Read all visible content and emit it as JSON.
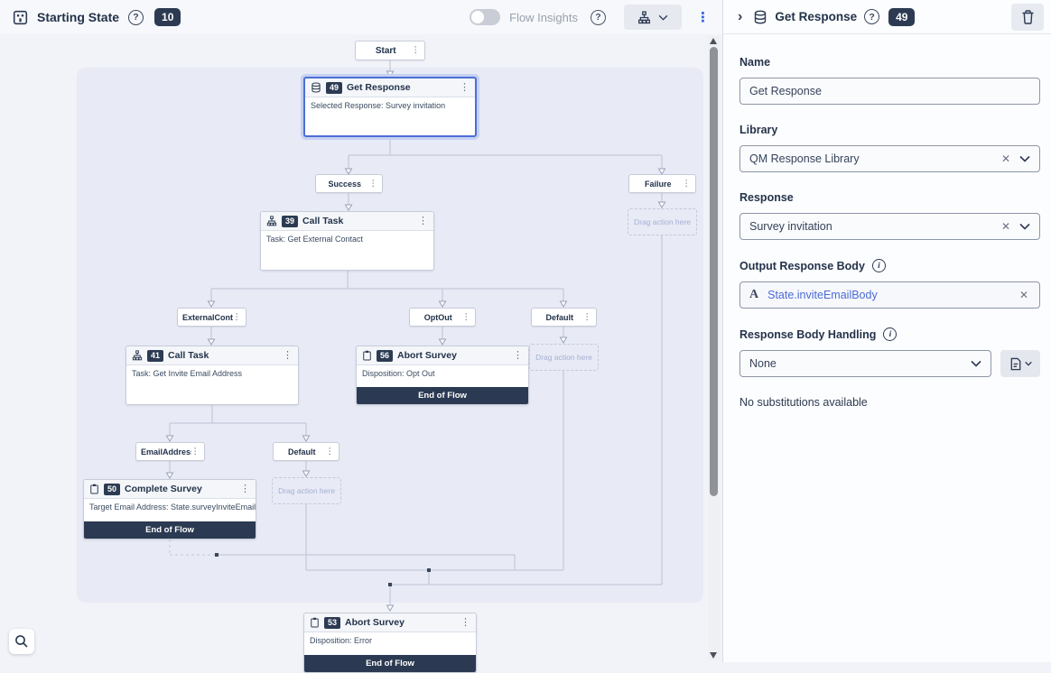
{
  "colors": {
    "navy": "#2c3b52",
    "selection_blue": "#4c6fd6",
    "link_blue": "#4a6bd8",
    "canvas_lavender": "#e8eaf5"
  },
  "icons": {
    "kebab": "⋮",
    "close": "✕",
    "chevron_right": "›",
    "help": "?",
    "info": "i",
    "text_type": "A"
  },
  "header": {
    "title": "Starting State",
    "count_badge": "10",
    "flow_insights_label": "Flow Insights"
  },
  "panel": {
    "title": "Get Response",
    "count_badge": "49",
    "name": {
      "label": "Name",
      "value": "Get Response"
    },
    "library": {
      "label": "Library",
      "value": "QM Response Library"
    },
    "response": {
      "label": "Response",
      "value": "Survey invitation"
    },
    "output_body": {
      "label": "Output Response Body",
      "value": "State.inviteEmailBody"
    },
    "body_handling": {
      "label": "Response Body Handling",
      "value": "None"
    },
    "substitutions_note": "No substitutions available"
  },
  "flow": {
    "start_label": "Start",
    "placeholder": "Drag action here",
    "nodes": {
      "get_response": {
        "badge": "49",
        "title": "Get Response",
        "body": "Selected Response: Survey invitation"
      },
      "call_task_39": {
        "badge": "39",
        "title": "Call Task",
        "body": "Task: Get External Contact"
      },
      "call_task_41": {
        "badge": "41",
        "title": "Call Task",
        "body": "Task: Get Invite Email Address"
      },
      "abort_survey_56": {
        "badge": "56",
        "title": "Abort Survey",
        "body": "Disposition: Opt Out",
        "footer": "End of Flow"
      },
      "complete_survey_50": {
        "badge": "50",
        "title": "Complete Survey",
        "body": "Target Email Address: State.surveyInviteEmailAddre",
        "footer": "End of Flow"
      },
      "abort_survey_53": {
        "badge": "53",
        "title": "Abort Survey",
        "body": "Disposition: Error",
        "footer": "End of Flow"
      }
    },
    "paths": {
      "success": "Success",
      "failure": "Failure",
      "external_contact": "ExternalConta...",
      "opt_out": "OptOut",
      "default1": "Default",
      "email_address": "EmailAddress...",
      "default2": "Default"
    }
  }
}
